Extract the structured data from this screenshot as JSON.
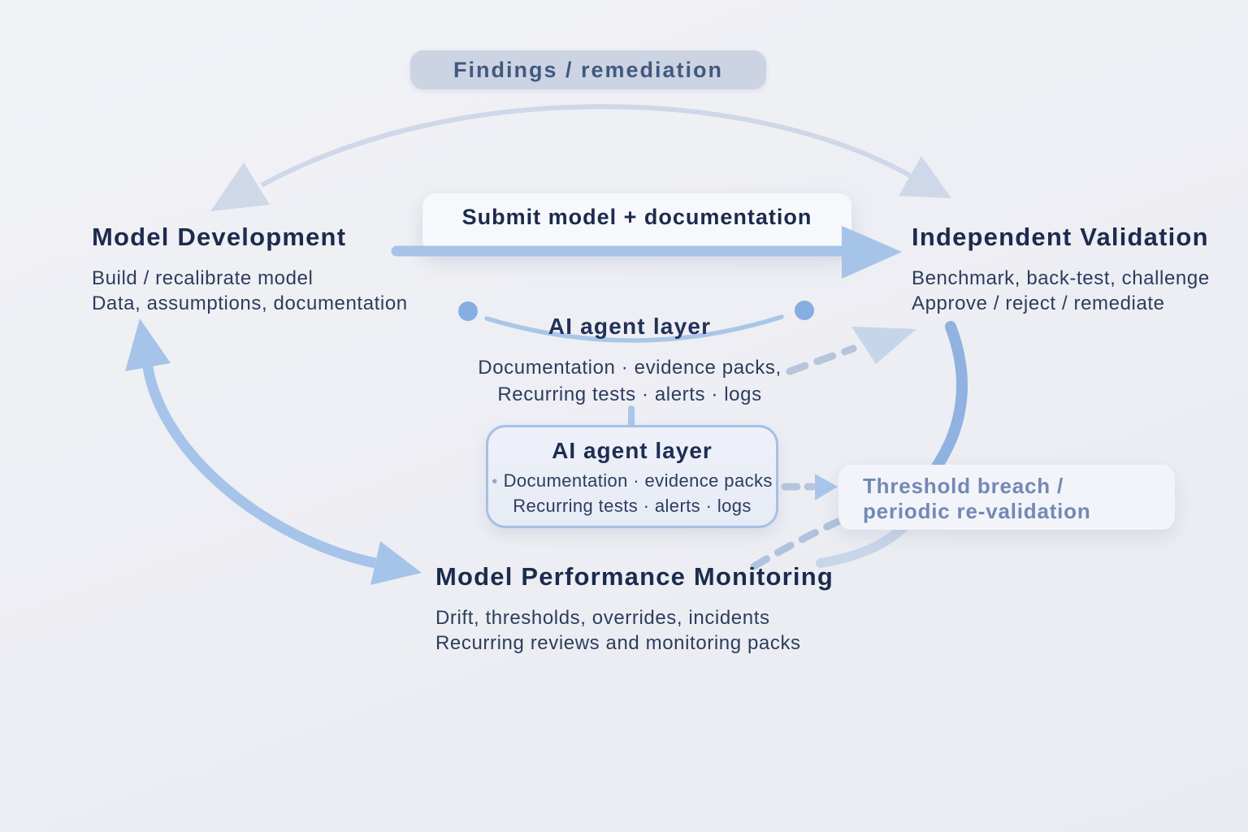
{
  "pill": {
    "label": "Findings / remediation"
  },
  "submit": {
    "label": "Submit model + documentation"
  },
  "nodes": {
    "development": {
      "title": "Model Development",
      "line1": "Build / recalibrate model",
      "line2": "Data, assumptions, documentation"
    },
    "validation": {
      "title": "Independent Validation",
      "line1": "Benchmark, back-test, challenge",
      "line2": "Approve / reject / remediate"
    },
    "monitoring": {
      "title": "Model Performance Monitoring",
      "line1": "Drift, thresholds, overrides, incidents",
      "line2": "Recurring reviews and monitoring packs"
    }
  },
  "ai_floating": {
    "title": "AI agent layer",
    "line1": "Documentation · evidence packs,",
    "line2": "Recurring tests · alerts · logs"
  },
  "ai_box": {
    "title": "AI agent layer",
    "bullet": "•",
    "line1": "Documentation · evidence packs",
    "line2": "Recurring tests · alerts · logs"
  },
  "threshold": {
    "line1": "Threshold breach /",
    "line2": "periodic re-validation"
  },
  "colors": {
    "background": "#edeef3",
    "title_text": "#1c2b4d",
    "body_text": "#2d3c5e",
    "threshold_text": "#7289b6",
    "pill_bg": "#ccd4e3",
    "pill_text": "#42597e",
    "arrow_blue": "#a6c4ea",
    "arrow_pale": "#cfd8e8",
    "curve_blue": "#8fb2e0",
    "dash_blue": "#b6c5dc",
    "box_border": "#a5c0e5"
  }
}
